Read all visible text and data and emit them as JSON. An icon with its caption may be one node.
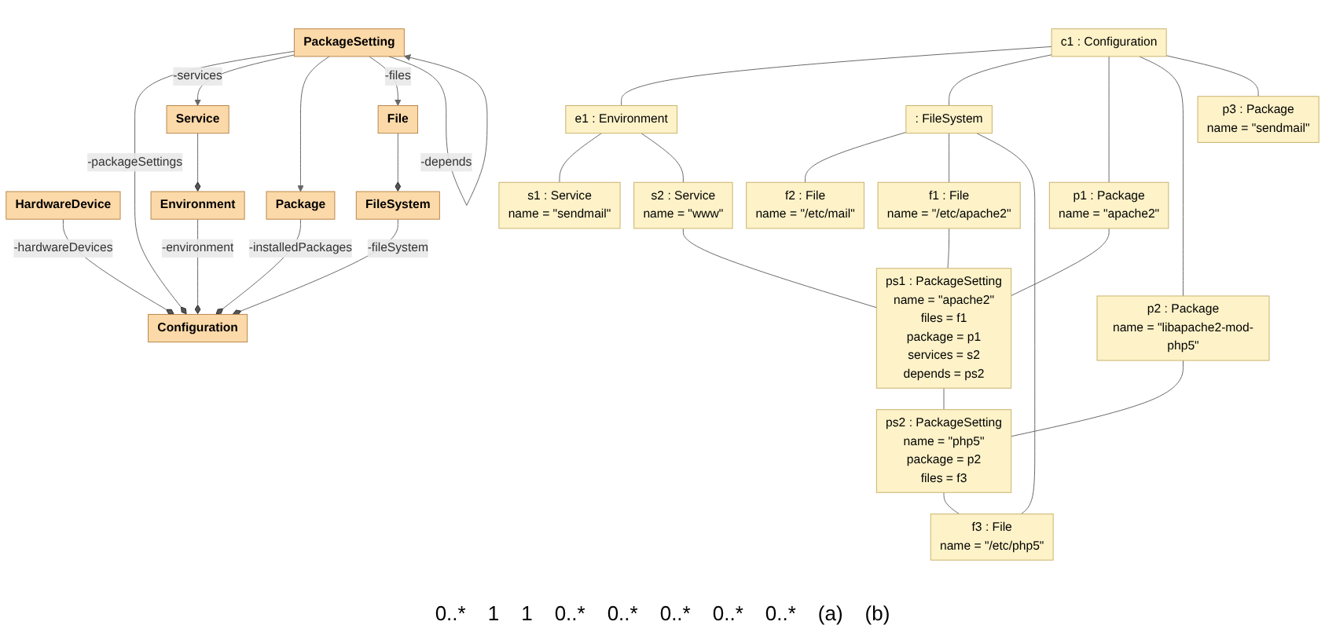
{
  "diagram": {
    "nodes": [
      {
        "text": [
          "HardwareDevice"
        ]
      },
      {
        "text": [
          "Environment"
        ]
      },
      {
        "text": [
          "FileSystem"
        ]
      },
      {
        "text": [
          "Service"
        ]
      },
      {
        "text": [
          "Configuration"
        ]
      },
      {
        "text": [
          "File"
        ]
      },
      {
        "text": [
          "PackageSetting"
        ]
      },
      {
        "text": [
          "Package"
        ]
      },
      {
        "text": [
          "c1 : Configuration"
        ]
      },
      {
        "text": [
          ": FileSystem"
        ]
      },
      {
        "text": [
          "e1 : Environment"
        ]
      },
      {
        "text": [
          "f2 : File",
          "name = \"/etc/mail\""
        ]
      },
      {
        "text": [
          "p1 : Package",
          "name = \"apache2\""
        ]
      },
      {
        "text": [
          "s2 : Service",
          "name = \"www\""
        ]
      },
      {
        "text": [
          "p2 : Package",
          "name = \"libapache2-mod-php5\""
        ]
      },
      {
        "text": [
          "p3 : Package",
          "name = \"sendmail\""
        ]
      },
      {
        "text": [
          "s1 : Service",
          "name = \"sendmail\""
        ]
      },
      {
        "text": [
          "f1 : File",
          "name = \"/etc/apache2\""
        ]
      },
      {
        "text": [
          "ps2 : PackageSetting",
          "name = \"php5\"",
          "package = p2",
          "files = f3"
        ]
      },
      {
        "text": [
          "ps1 : PackageSetting",
          "name = \"apache2\"",
          "files = f1",
          "package = p1",
          "services = s2",
          "depends = ps2"
        ]
      },
      {
        "text": [
          "f3 : File",
          "name = \"/etc/php5\""
        ]
      }
    ],
    "edges": [
      {
        "from": 0,
        "to": 4,
        "arrow": "other",
        "label": "-hardwareDevices"
      },
      {
        "from": 1,
        "to": 4,
        "arrow": "other",
        "label": "-environment"
      },
      {
        "from": 2,
        "to": 4,
        "arrow": "other",
        "label": "-fileSystem"
      },
      {
        "from": 3,
        "to": 1,
        "arrow": "other"
      },
      {
        "from": 5,
        "to": 2,
        "arrow": "other"
      },
      {
        "from": 6,
        "to": 4,
        "arrow": "other",
        "label": "-packageSettings"
      },
      {
        "from": 7,
        "to": 4,
        "arrow": "other",
        "label": "-installedPackages"
      },
      {
        "from": 6,
        "to": 3,
        "arrow": "to",
        "label": "-services"
      },
      {
        "from": 6,
        "to": 7,
        "arrow": "to"
      },
      {
        "from": 6,
        "to": 5,
        "arrow": "to",
        "label": "-files"
      },
      {
        "from": 6,
        "to": 6,
        "arrow": "to",
        "label": "-depends"
      },
      {
        "from": 8,
        "to": 10,
        "arrow": "none"
      },
      {
        "from": 8,
        "to": 9,
        "arrow": "none"
      },
      {
        "from": 8,
        "to": 12,
        "arrow": "none"
      },
      {
        "from": 8,
        "to": 14,
        "arrow": "none"
      },
      {
        "from": 8,
        "to": 15,
        "arrow": "none"
      },
      {
        "from": 9,
        "to": 11,
        "arrow": "none"
      },
      {
        "from": 9,
        "to": 17,
        "arrow": "none"
      },
      {
        "from": 9,
        "to": 20,
        "arrow": "none"
      },
      {
        "from": 10,
        "to": 16,
        "arrow": "none"
      },
      {
        "from": 10,
        "to": 13,
        "arrow": "none"
      },
      {
        "from": 12,
        "to": 19,
        "arrow": "none"
      },
      {
        "from": 14,
        "to": 18,
        "arrow": "none"
      },
      {
        "from": 13,
        "to": 19,
        "arrow": "none"
      },
      {
        "from": 17,
        "to": 19,
        "arrow": "none"
      },
      {
        "from": 19,
        "to": 18,
        "arrow": "none"
      },
      {
        "from": 18,
        "to": 20,
        "arrow": "none"
      }
    ],
    "labels": [
      "0..*",
      "1",
      "1",
      "0..*",
      "0..*",
      "0..*",
      "0..*",
      "0..*",
      "(a)",
      "(b)"
    ]
  }
}
